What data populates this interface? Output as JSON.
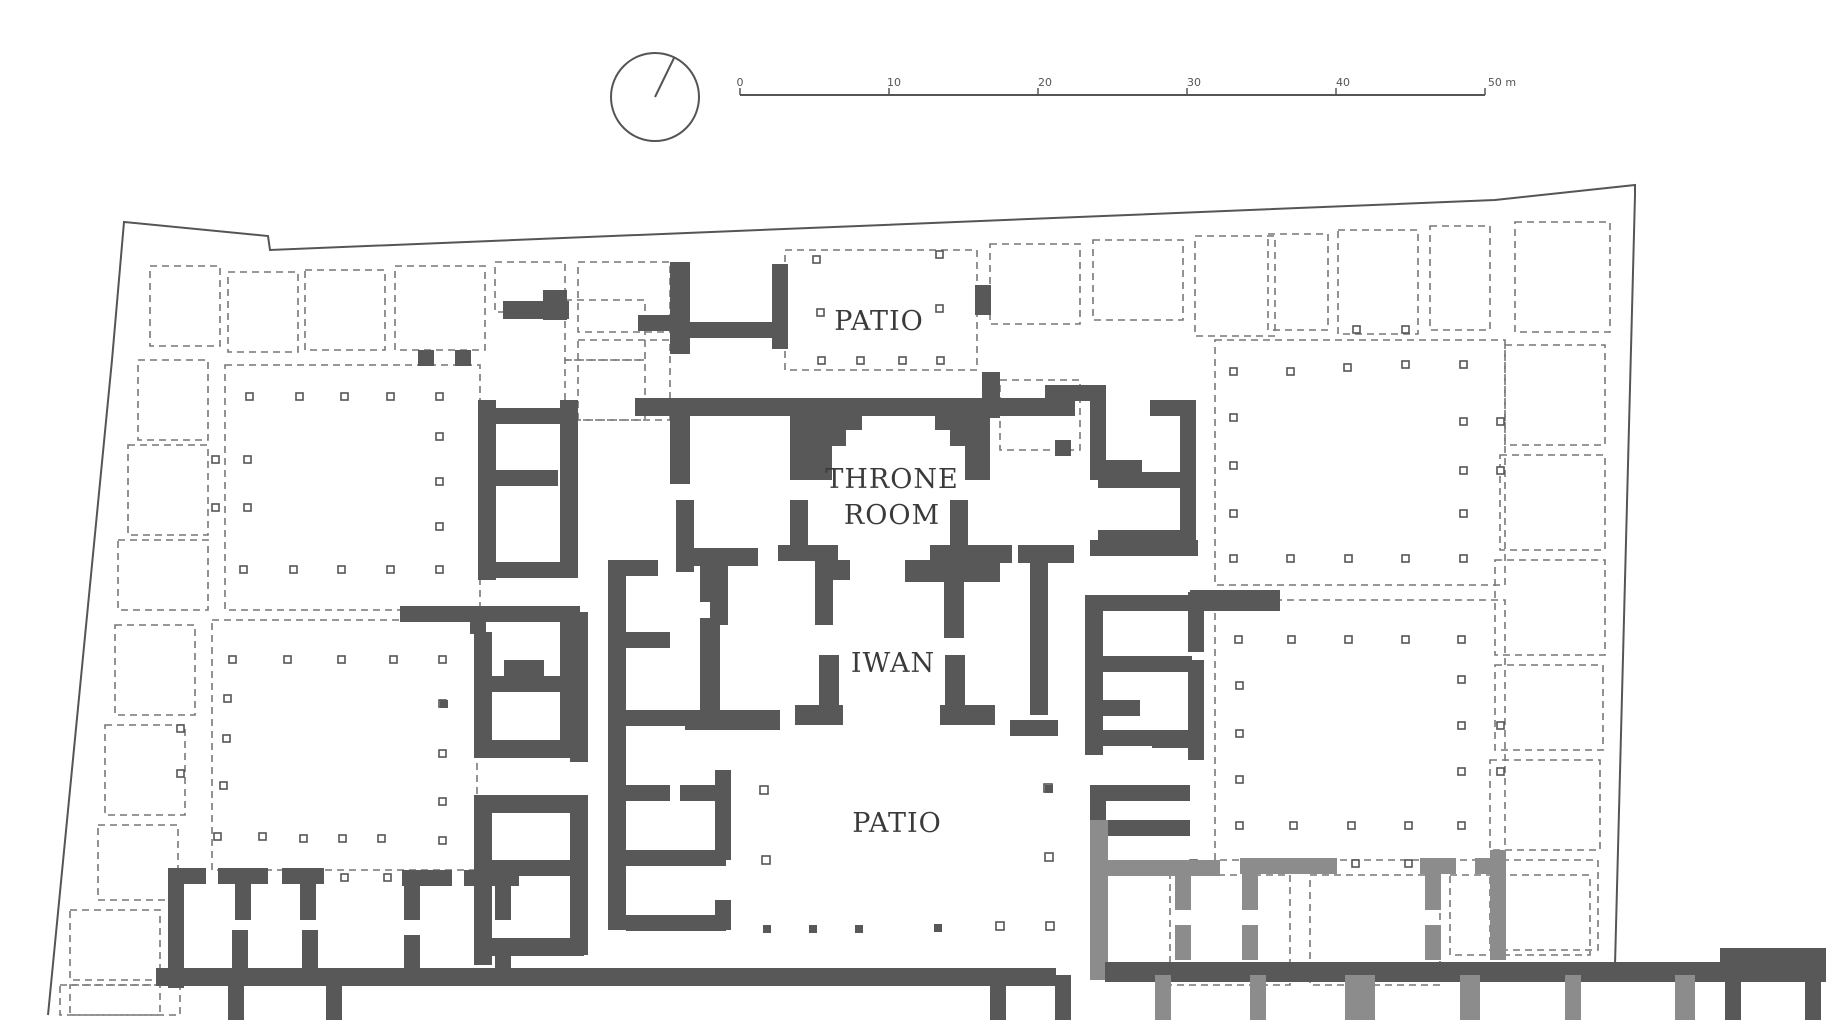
{
  "scale_bar": {
    "ticks": [
      "0",
      "10",
      "20",
      "30",
      "40",
      "50 m"
    ]
  },
  "labels": {
    "patio_top": "PATIO",
    "throne_line1": "THRONE",
    "throne_line2": "ROOM",
    "iwan": "IWAN",
    "patio_bottom": "PATIO"
  },
  "colors": {
    "wall": "#585858",
    "wall_light": "#8c8c8c",
    "line": "#555555",
    "background": "#ffffff"
  },
  "icons": {
    "compass": "north-arrow-icon"
  }
}
